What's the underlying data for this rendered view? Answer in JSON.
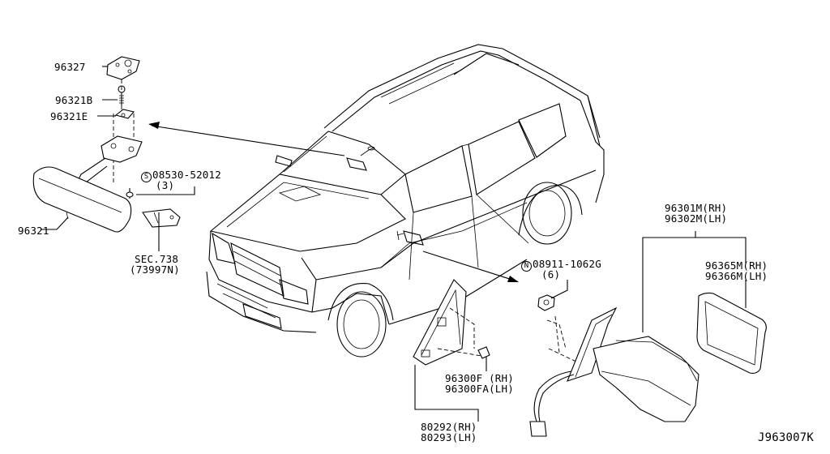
{
  "labels": {
    "p96327": "96327",
    "p96321B": "96321B",
    "p96321E": "96321E",
    "p08530_num": "08530-52012",
    "p08530_circ": "S",
    "p08530_qty": "(3)",
    "p96321": "96321",
    "sec738": "SEC.738",
    "sec738_sub": "(73997N)",
    "p96301M": "96301M(RH)",
    "p96302M": "96302M(LH)",
    "p96365M": "96365M(RH)",
    "p96366M": "96366M(LH)",
    "p08911_circ": "N",
    "p08911_num": "08911-1062G",
    "p08911_qty": "(6)",
    "p96300F": "96300F (RH)",
    "p96300FA": "96300FA(LH)",
    "p80292": "80292(RH)",
    "p80293": "80293(LH)",
    "diagram_id": "J963007K"
  }
}
